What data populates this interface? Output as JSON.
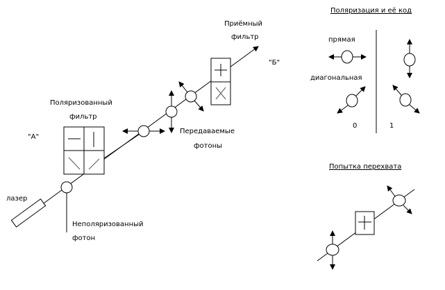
{
  "main": {
    "filter_a_title_1": "Поляризованный",
    "filter_a_title_2": "фильтр",
    "filter_a_tag": "\"А\"",
    "laser_label": "лазер",
    "photon_label_1": "Неполяризованный",
    "photon_label_2": "фотон",
    "transmitted_label_1": "Передаваемые",
    "transmitted_label_2": "фотоны",
    "filter_b_title_1": "Приёмный",
    "filter_b_title_2": "фильтр",
    "filter_b_tag": "\"Б\""
  },
  "legend": {
    "title": "Поляризация и её код",
    "straight": "прямая",
    "diagonal": "диагональная",
    "code_0": "0",
    "code_1": "1"
  },
  "intercept": {
    "title": "Попытка перехвата"
  },
  "colors": {
    "ink": "#000000",
    "background": "#ffffff"
  }
}
